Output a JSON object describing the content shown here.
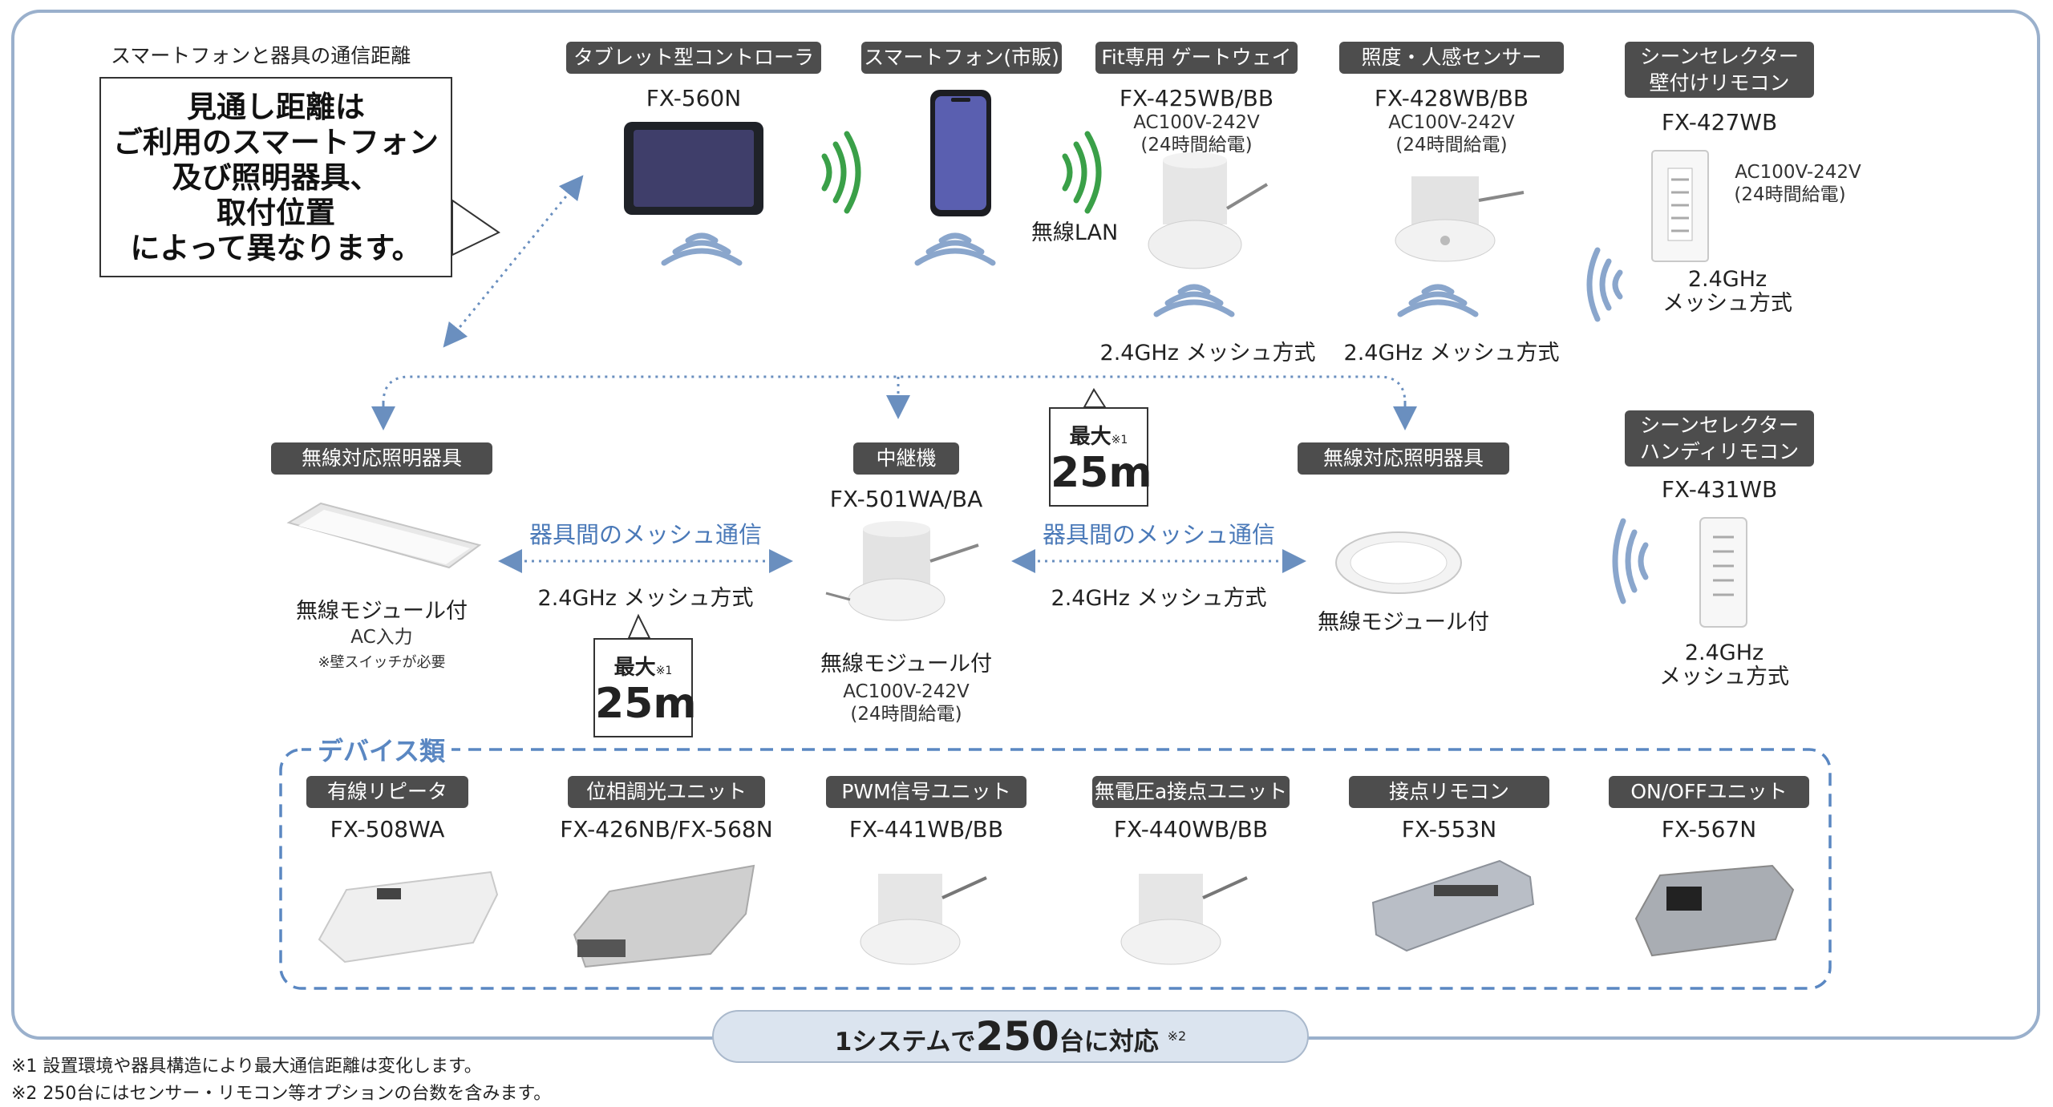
{
  "callout": {
    "header": "スマートフォンと器具の通信距離",
    "lines": [
      "見通し距離は",
      "ご利用のスマートフォン",
      "及び照明器具、",
      "取付位置",
      "によって異なります。"
    ]
  },
  "top_devices": {
    "tablet": {
      "label": "タブレット型コントローラ",
      "model": "FX-560N"
    },
    "smartphone": {
      "label": "スマートフォン(市販)"
    },
    "wireless_lan": "無線LAN",
    "gateway": {
      "label": "Fit専用 ゲートウェイ",
      "model": "FX-425WB/BB",
      "power": "AC100V-242V",
      "power_note": "(24時間給電)",
      "mesh": "2.4GHz メッシュ方式"
    },
    "sensor": {
      "label": "照度・人感センサー",
      "model": "FX-428WB/BB",
      "power": "AC100V-242V",
      "power_note": "(24時間給電)",
      "mesh": "2.4GHz メッシュ方式"
    },
    "wall_remote": {
      "label_line1": "シーンセレクター",
      "label_line2": "壁付けリモコン",
      "model": "FX-427WB",
      "power": "AC100V-242V",
      "power_note": "(24時間給電)",
      "mesh_line1": "2.4GHz",
      "mesh_line2": "メッシュ方式"
    }
  },
  "middle": {
    "left_fixture": {
      "label": "無線対応照明器具",
      "module": "無線モジュール付",
      "ac": "AC入力",
      "note": "※壁スイッチが必要"
    },
    "repeater": {
      "label": "中継機",
      "model": "FX-501WA/BA",
      "module": "無線モジュール付",
      "power": "AC100V-242V",
      "power_note": "(24時間給電)"
    },
    "right_fixture": {
      "label": "無線対応照明器具",
      "module": "無線モジュール付"
    },
    "handy_remote": {
      "label_line1": "シーンセレクター",
      "label_line2": "ハンディリモコン",
      "model": "FX-431WB",
      "mesh_line1": "2.4GHz",
      "mesh_line2": "メッシュ方式"
    },
    "mesh_comm_left": "器具間のメッシュ通信",
    "mesh_left": "2.4GHz メッシュ方式",
    "mesh_comm_right": "器具間のメッシュ通信",
    "mesh_right": "2.4GHz メッシュ方式",
    "max_label": "最大",
    "max_mark": "※1",
    "max_value": "25m"
  },
  "devices_section": {
    "title": "デバイス類",
    "items": [
      {
        "label": "有線リピータ",
        "model": "FX-508WA"
      },
      {
        "label": "位相調光ユニット",
        "model": "FX-426NB/FX-568N"
      },
      {
        "label": "PWM信号ユニット",
        "model": "FX-441WB/BB"
      },
      {
        "label": "無電圧a接点ユニット",
        "model": "FX-440WB/BB"
      },
      {
        "label": "接点リモコン",
        "model": "FX-553N"
      },
      {
        "label": "ON/OFFユニット",
        "model": "FX-567N"
      }
    ]
  },
  "system": {
    "prefix": "1システムで",
    "count": "250",
    "suffix": "台に対応",
    "mark": "※2"
  },
  "footnotes": [
    "※1 設置環境や器具構造により最大通信距離は変化します。",
    "※2 250台にはセンサー・リモコン等オプションの台数を含みます。"
  ],
  "colors": {
    "frame": "#9ab0cc",
    "pill": "#4d4d4d",
    "wave_green": "#3aa048",
    "wave_blue": "#8aa6cc",
    "accent_blue": "#4a79b8"
  }
}
